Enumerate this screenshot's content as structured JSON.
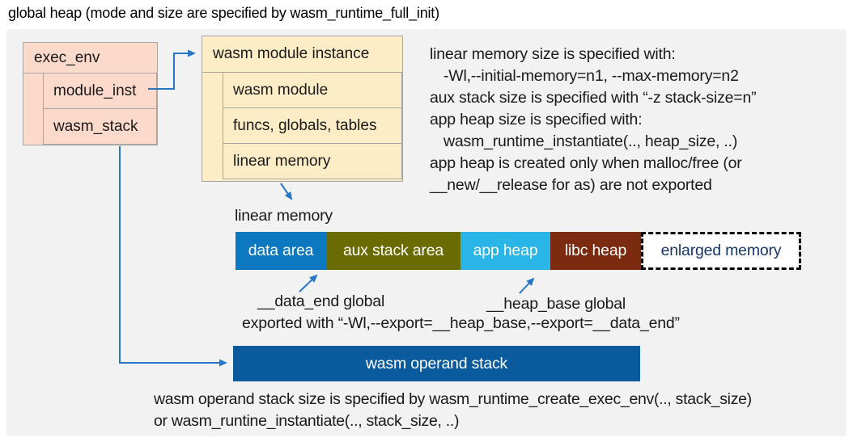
{
  "title": "global heap (mode and size are specified by wasm_runtime_full_init)",
  "exec_env": {
    "header": "exec_env",
    "rows": [
      {
        "label": "module_inst"
      },
      {
        "label": "wasm_stack"
      }
    ]
  },
  "module_instance": {
    "header": "wasm module instance",
    "rows": [
      {
        "label": "wasm module"
      },
      {
        "label": "funcs, globals, tables"
      },
      {
        "label": "linear memory"
      }
    ]
  },
  "right_notes": {
    "lines": [
      "linear memory size is specified with:",
      "-Wl,--initial-memory=n1, --max-memory=n2",
      "aux stack size is specified with “-z stack-size=n”",
      "app heap size is specified with:",
      "wasm_runtime_instantiate(.., heap_size, ..)",
      "app heap is created only when malloc/free (or",
      "__new/__release for as) are not exported"
    ]
  },
  "linear_memory": {
    "label": "linear memory",
    "segments": [
      {
        "label": "data area",
        "color": "#0c78bf"
      },
      {
        "label": "aux stack area",
        "color": "#6a6b00"
      },
      {
        "label": "app heap",
        "color": "#2ab5e9"
      },
      {
        "label": "libc heap",
        "color": "#7c2b10"
      },
      {
        "label": "enlarged memory",
        "color": "#ffffff",
        "border_style": "dashed",
        "text_color": "#17366b"
      }
    ]
  },
  "annotations": {
    "data_end_label": "__data_end global",
    "heap_base_label": "__heap_base global",
    "exported_line": "exported with “-Wl,--export=__heap_base,--export=__data_end”"
  },
  "operand_stack": {
    "label": "wasm operand stack",
    "color": "#0a5a9e"
  },
  "bottom_notes": {
    "lines": [
      "wasm operand stack size is specified by wasm_runtime_create_exec_env(.., stack_size)",
      "or wasm_runtine_instantiate(.., stack_size, ..)"
    ]
  },
  "colors": {
    "panel_bg": "#f2f2f2",
    "exec_box_fill": "#fbd9cb",
    "module_box_fill": "#fdedc7",
    "box_border": "#a6a6a6",
    "arrow": "#2776c6",
    "enlarged_text": "#17366b"
  }
}
